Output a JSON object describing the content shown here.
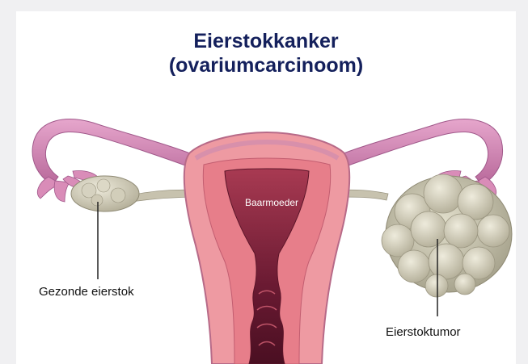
{
  "title": {
    "line1": "Eierstokkanker",
    "line2": "(ovariumcarcinoom)"
  },
  "labels": {
    "uterus": "Baarmoeder",
    "healthy_ovary": "Gezonde eierstok",
    "ovary_tumor": "Eierstoktumor"
  },
  "colors": {
    "title": "#14205c",
    "background": "#f0f0f2",
    "card": "#ffffff",
    "tube": "#d88ab8",
    "uterus_muscle": "#ec8c94",
    "uterus_cavity": "#7a1f3a",
    "ovary": "#bdb8a6",
    "tumor": "#c8c4ae"
  }
}
